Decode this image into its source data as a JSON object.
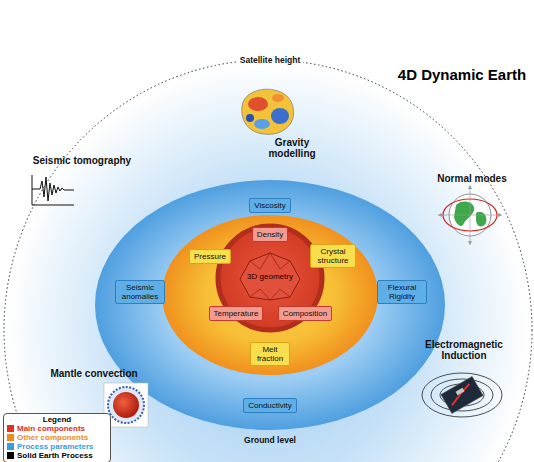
{
  "diagram": {
    "title": "4D Dynamic Earth",
    "nodes": [
      {
        "text": [
          "Viscosity"
        ]
      },
      {
        "text": [
          "Density"
        ]
      },
      {
        "text": [
          "Pressure"
        ]
      },
      {
        "text": [
          "3D geometry"
        ]
      },
      {
        "text": [
          "Crystal structure"
        ]
      },
      {
        "text": [
          "Seismic anomalies"
        ]
      },
      {
        "text": [
          "Flexural Rigidity"
        ]
      },
      {
        "text": [
          "Temperature"
        ]
      },
      {
        "text": [
          "Composition"
        ]
      },
      {
        "text": [
          "Melt fraction"
        ]
      },
      {
        "text": [
          "Conductivity"
        ]
      }
    ],
    "labels": [
      "Satellite height",
      "Gravity modelling",
      "Seismic tomography",
      "Normal modes",
      "Mantle convection",
      "Electromagnetic Induction",
      "Ground level",
      "Legend"
    ],
    "legend": [
      {
        "text": "Main components",
        "color": "#e0301e"
      },
      {
        "text": "Other components",
        "color": "#f08a1c"
      },
      {
        "text": "Process parameters",
        "color": "#3a9be0"
      },
      {
        "text": "Solid Earth Process",
        "color": "#000000"
      }
    ]
  }
}
